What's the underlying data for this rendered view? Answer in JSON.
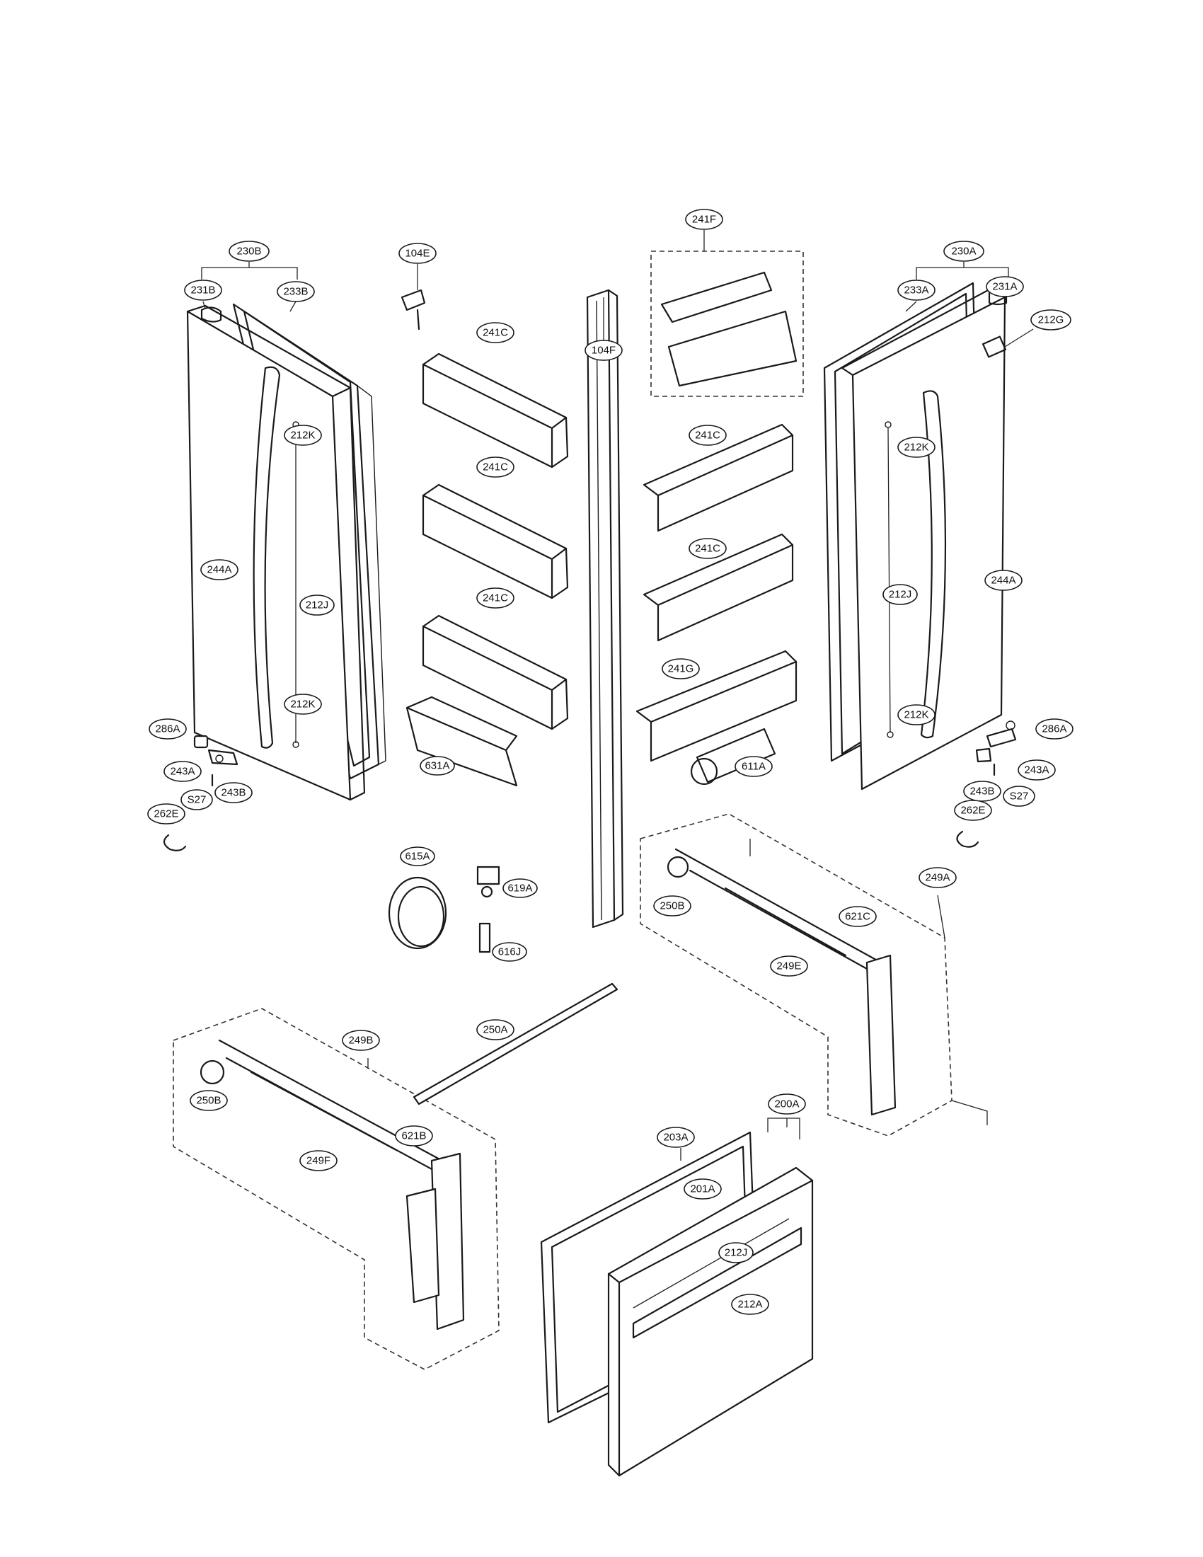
{
  "diagram": {
    "labels": {
      "l230B": "230B",
      "l231B": "231B",
      "l233B": "233B",
      "l104E": "104E",
      "l241F": "241F",
      "l230A": "230A",
      "l233A": "233A",
      "l231A": "231A",
      "l212G": "212G",
      "l104F": "104F",
      "l241C_1": "241C",
      "l241C_2": "241C",
      "l241C_3": "241C",
      "l241C_4": "241C",
      "l241C_5": "241C",
      "l212K_1": "212K",
      "l212K_2": "212K",
      "l212K_3": "212K",
      "l212K_4": "212K",
      "l244A_1": "244A",
      "l244A_2": "244A",
      "l212J_1": "212J",
      "l212J_2": "212J",
      "l212J_3": "212J",
      "l241G": "241G",
      "l286A_1": "286A",
      "l286A_2": "286A",
      "l243A_1": "243A",
      "l243A_2": "243A",
      "l243B_1": "243B",
      "l243B_2": "243B",
      "lS27_1": "S27",
      "lS27_2": "S27",
      "l262E_1": "262E",
      "l262E_2": "262E",
      "l631A": "631A",
      "l611A": "611A",
      "l615A": "615A",
      "l619A": "619A",
      "l616J": "616J",
      "l249A": "249A",
      "l250B_1": "250B",
      "l250B_2": "250B",
      "l621C": "621C",
      "l249E": "249E",
      "l250A": "250A",
      "l249B": "249B",
      "l621B": "621B",
      "l249F": "249F",
      "l200A": "200A",
      "l203A": "203A",
      "l201A": "201A",
      "l212A": "212A"
    }
  }
}
